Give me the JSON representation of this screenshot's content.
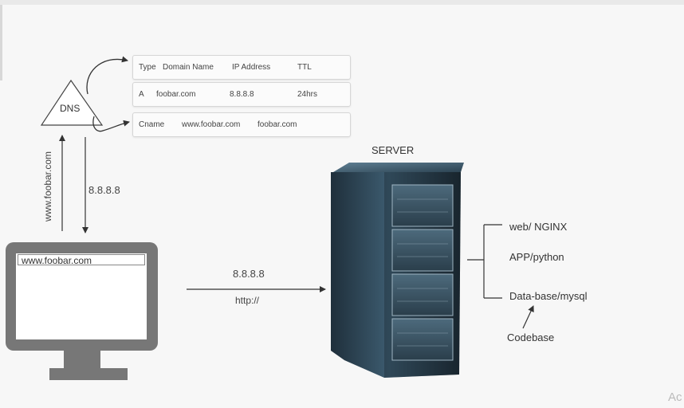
{
  "dns": {
    "label": "DNS"
  },
  "dns_records": {
    "header": [
      "Type",
      "Domain Name",
      "IP Address",
      "TTL"
    ],
    "a_record": [
      "A",
      "foobar.com",
      "8.8.8.8",
      "24hrs"
    ],
    "cname_record": [
      "Cname",
      "www.foobar.com",
      "foobar.com"
    ]
  },
  "query": {
    "domain": "www.foobar.com",
    "response_ip": "8.8.8.8"
  },
  "browser": {
    "address": "www.foobar.com"
  },
  "request": {
    "ip": "8.8.8.8",
    "protocol": "http://"
  },
  "server": {
    "title": "SERVER",
    "layers": [
      "web/ NGINX",
      "APP/python",
      "Data-base/mysql"
    ],
    "codebase": "Codebase"
  },
  "watermark": "Ac"
}
